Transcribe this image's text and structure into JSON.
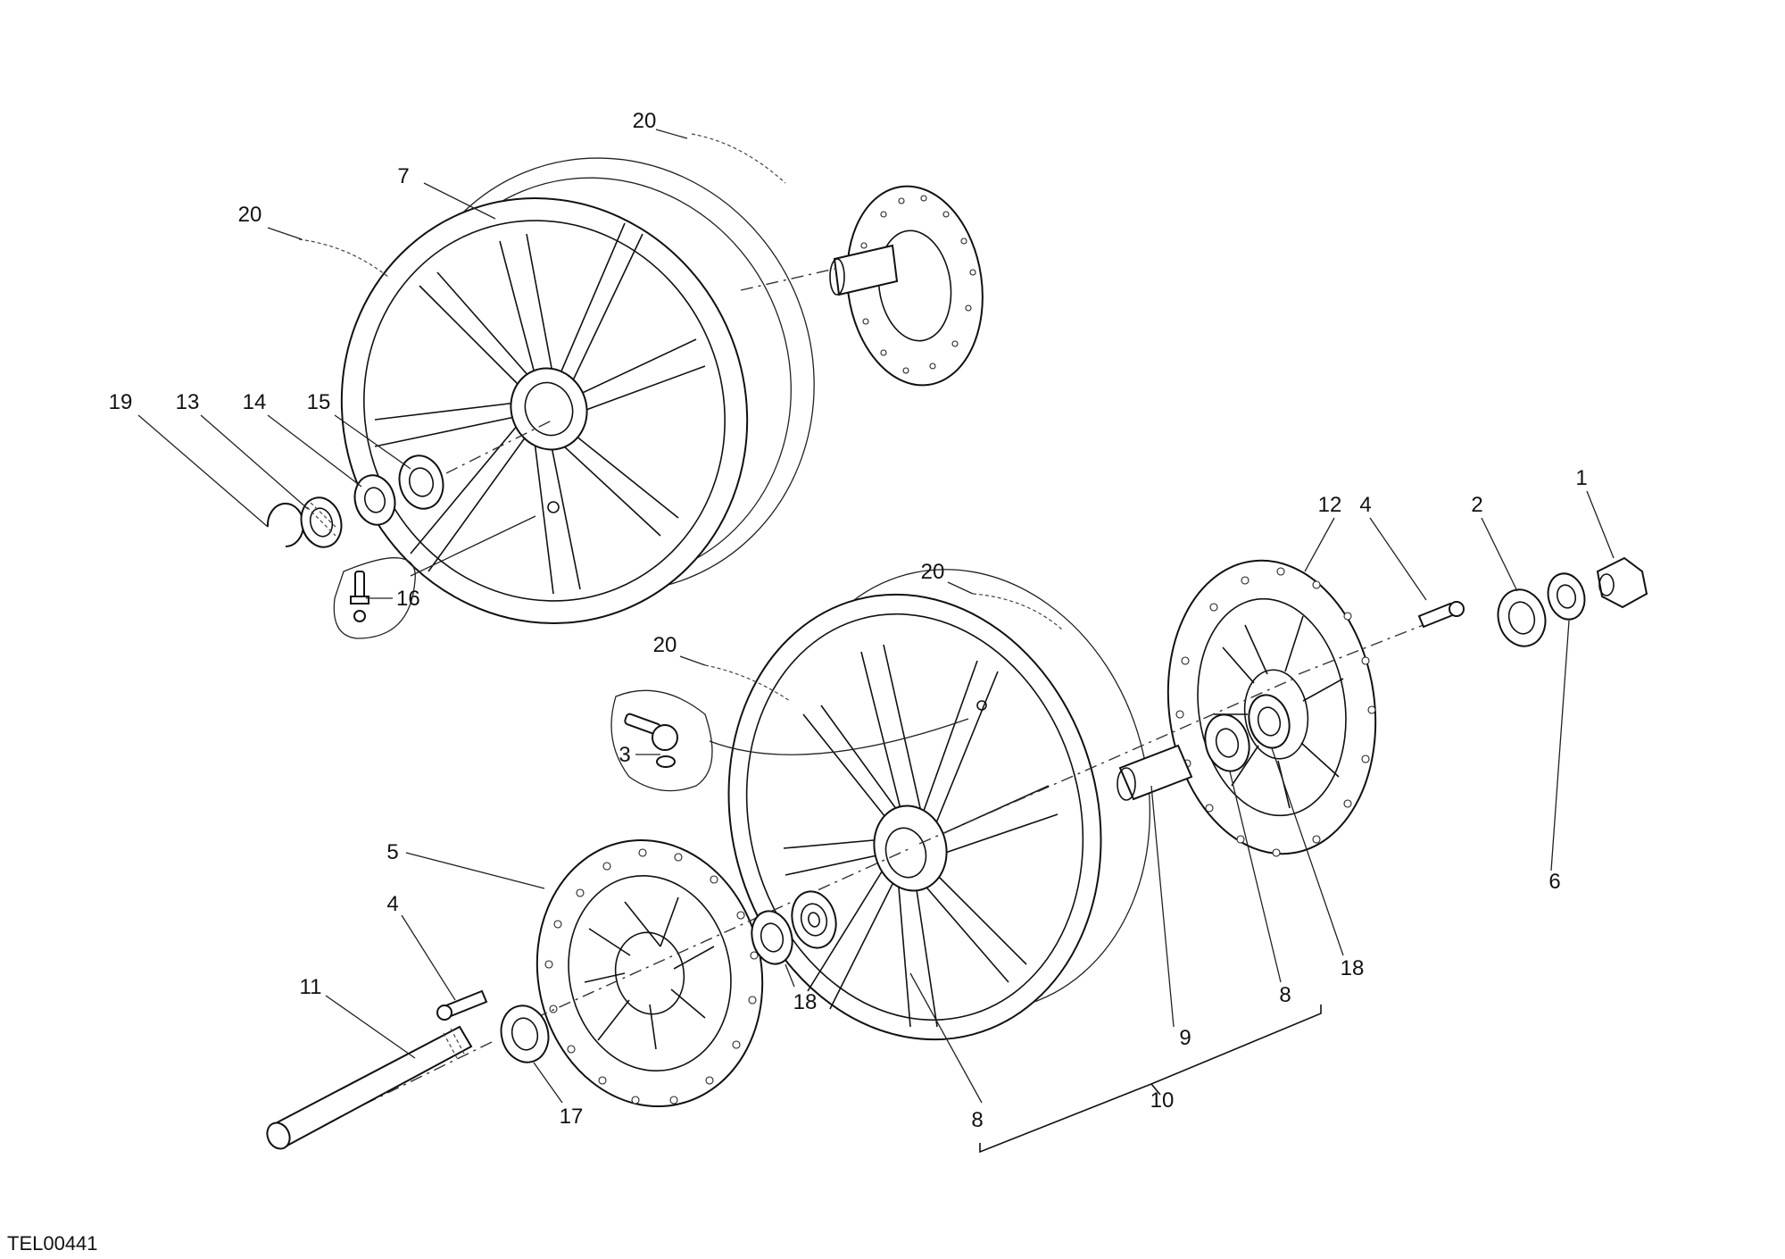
{
  "diagram": {
    "code": "TEL00441",
    "callouts": {
      "c1": "1",
      "c2": "2",
      "c3": "3",
      "c4a": "4",
      "c4b": "4",
      "c5": "5",
      "c6": "6",
      "c7": "7",
      "c8a": "8",
      "c8b": "8",
      "c9": "9",
      "c10": "10",
      "c11": "11",
      "c12": "12",
      "c13": "13",
      "c14": "14",
      "c15": "15",
      "c16": "16",
      "c17": "17",
      "c18a": "18",
      "c18b": "18",
      "c19": "19",
      "c20a": "20",
      "c20b": "20",
      "c20c": "20",
      "c20d": "20"
    }
  }
}
